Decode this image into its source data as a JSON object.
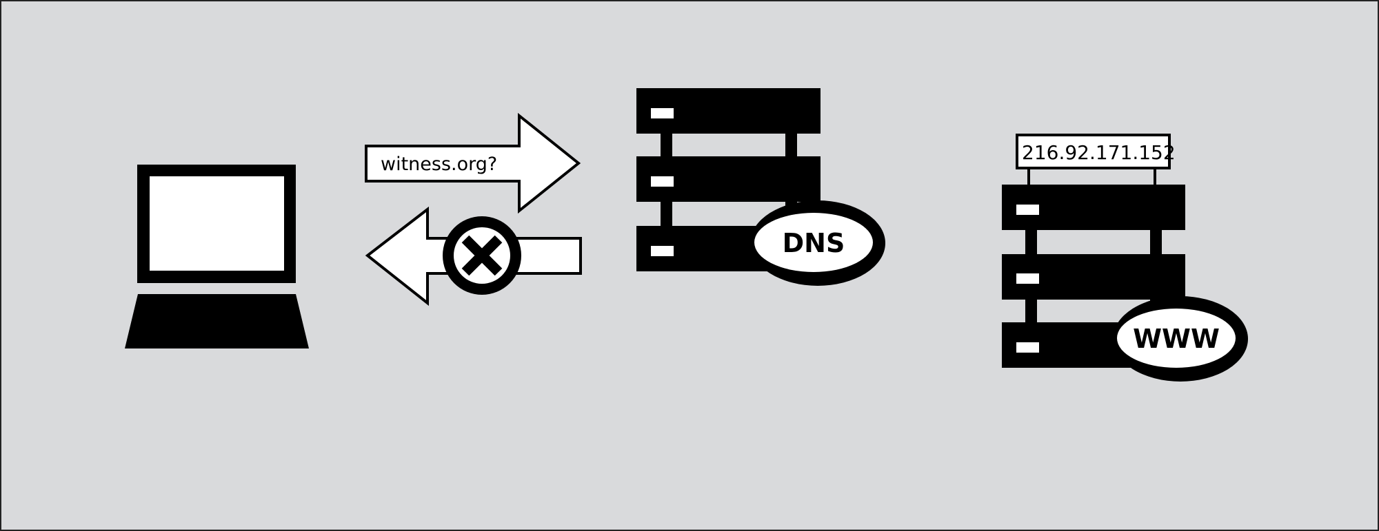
{
  "diagram": {
    "query_arrow_label": "witness.org?",
    "dns_label": "DNS",
    "web_label": "WWW",
    "ip_address": "216.92.171.152"
  },
  "colors": {
    "background": "#d9dadc",
    "foreground": "#000000",
    "fill": "#ffffff"
  }
}
